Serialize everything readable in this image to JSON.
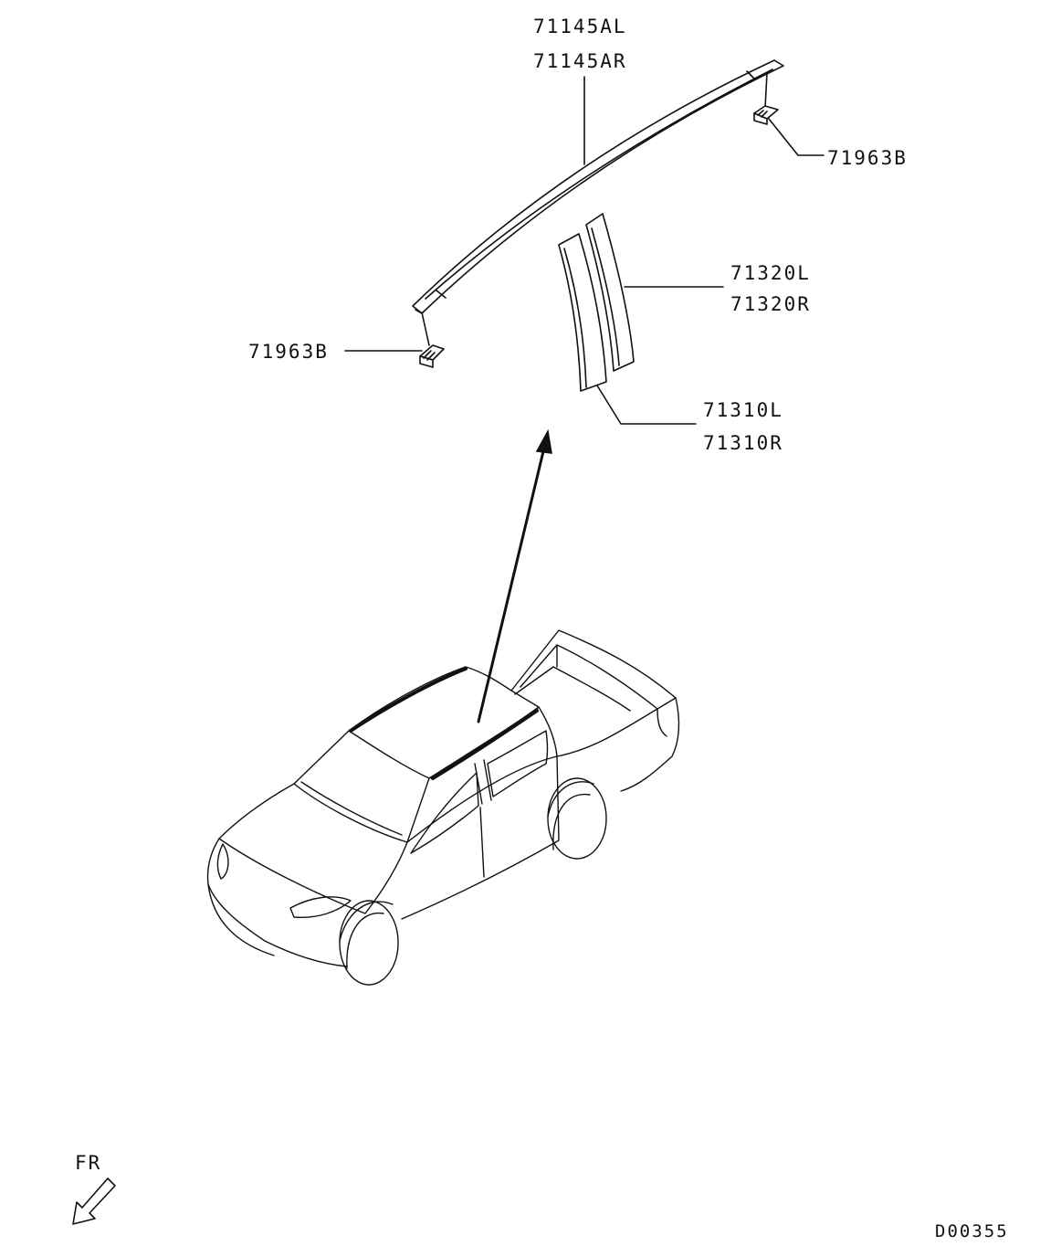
{
  "labels": {
    "roof_molding_left": "71145AL",
    "roof_molding_right": "71145AR",
    "clip_rear": "71963B",
    "clip_front": "71963B",
    "pillar_upper_left": "71320L",
    "pillar_upper_right": "71320R",
    "pillar_lower_left": "71310L",
    "pillar_lower_right": "71310R",
    "direction": "FR",
    "diagram_code": "D00355"
  },
  "colors": {
    "line": "#111111",
    "background": "#ffffff"
  },
  "icons": {
    "direction_arrow": "arrow-front-direction-icon",
    "explode_arrow": "explode-arrow-icon"
  }
}
